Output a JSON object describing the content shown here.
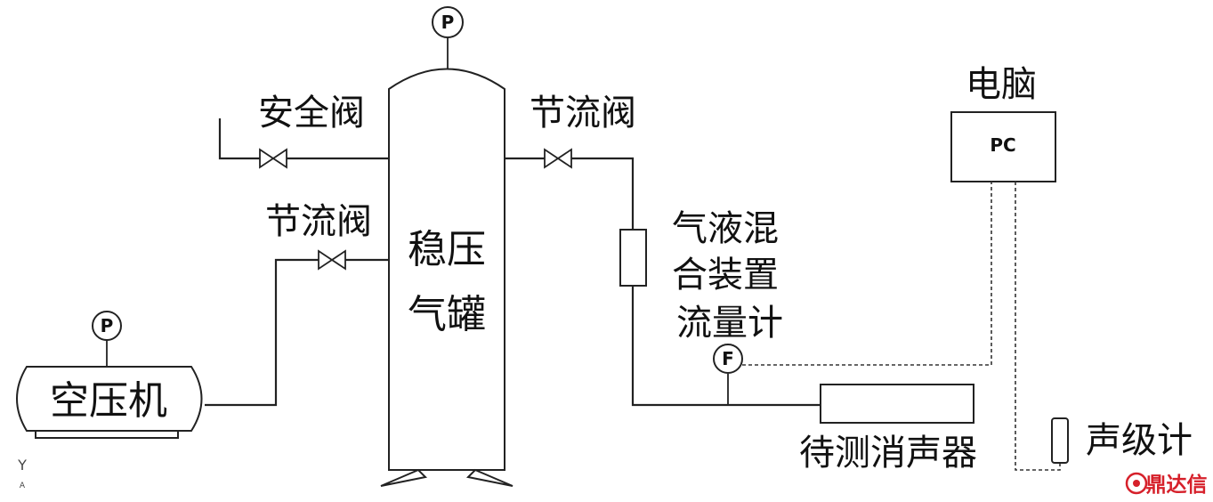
{
  "labels": {
    "compressor": "空压机",
    "tank_line1": "稳压",
    "tank_line2": "气罐",
    "safety_valve": "安全阀",
    "throttle_valve_top": "节流阀",
    "throttle_valve_left": "节流阀",
    "mixer_line1": "气液混",
    "mixer_line2": "合装置",
    "mixer_line3": "流量计",
    "computer": "电脑",
    "pc": "PC",
    "muffler": "待测消声器",
    "sound_meter": "声级计",
    "gauge_p": "P",
    "gauge_f": "F",
    "watermark": "鼎达信",
    "corner_mark_1": "Y",
    "corner_mark_2": "A"
  },
  "watermark_color": "#d6202a"
}
